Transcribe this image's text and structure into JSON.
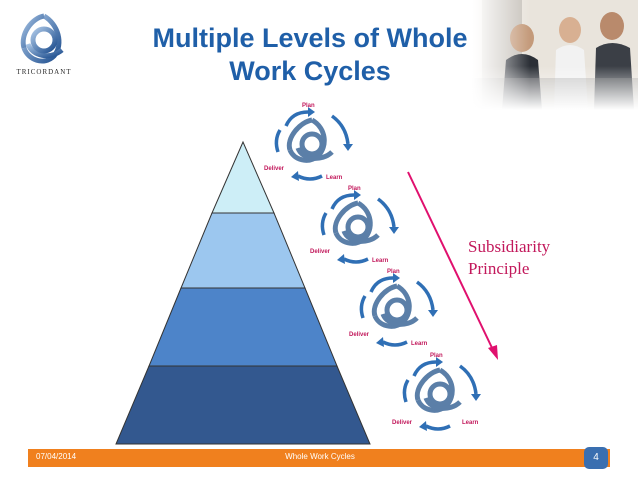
{
  "title_line1": "Multiple Levels of Whole",
  "title_line2": "Work Cycles",
  "logo_text": "TRICORDANT",
  "side_label_line1": "Subsidiarity",
  "side_label_line2": "Principle",
  "cycles": [
    {
      "plan": "Plan",
      "deliver": "Deliver",
      "learn": "Learn"
    },
    {
      "plan": "Plan",
      "deliver": "Deliver",
      "learn": "Learn"
    },
    {
      "plan": "Plan",
      "deliver": "Deliver",
      "learn": "Learn"
    },
    {
      "plan": "Plan",
      "deliver": "Deliver",
      "learn": "Learn"
    }
  ],
  "footer": {
    "date": "07/04/2014",
    "title": "Whole Work Cycles",
    "page": "4"
  },
  "colors": {
    "title": "#1f5fa8",
    "pyramid_levels": [
      "#cdeef7",
      "#9cc7ef",
      "#4d84c9",
      "#33588f"
    ],
    "arrow": "#e0106e",
    "footer": "#f0801e"
  }
}
